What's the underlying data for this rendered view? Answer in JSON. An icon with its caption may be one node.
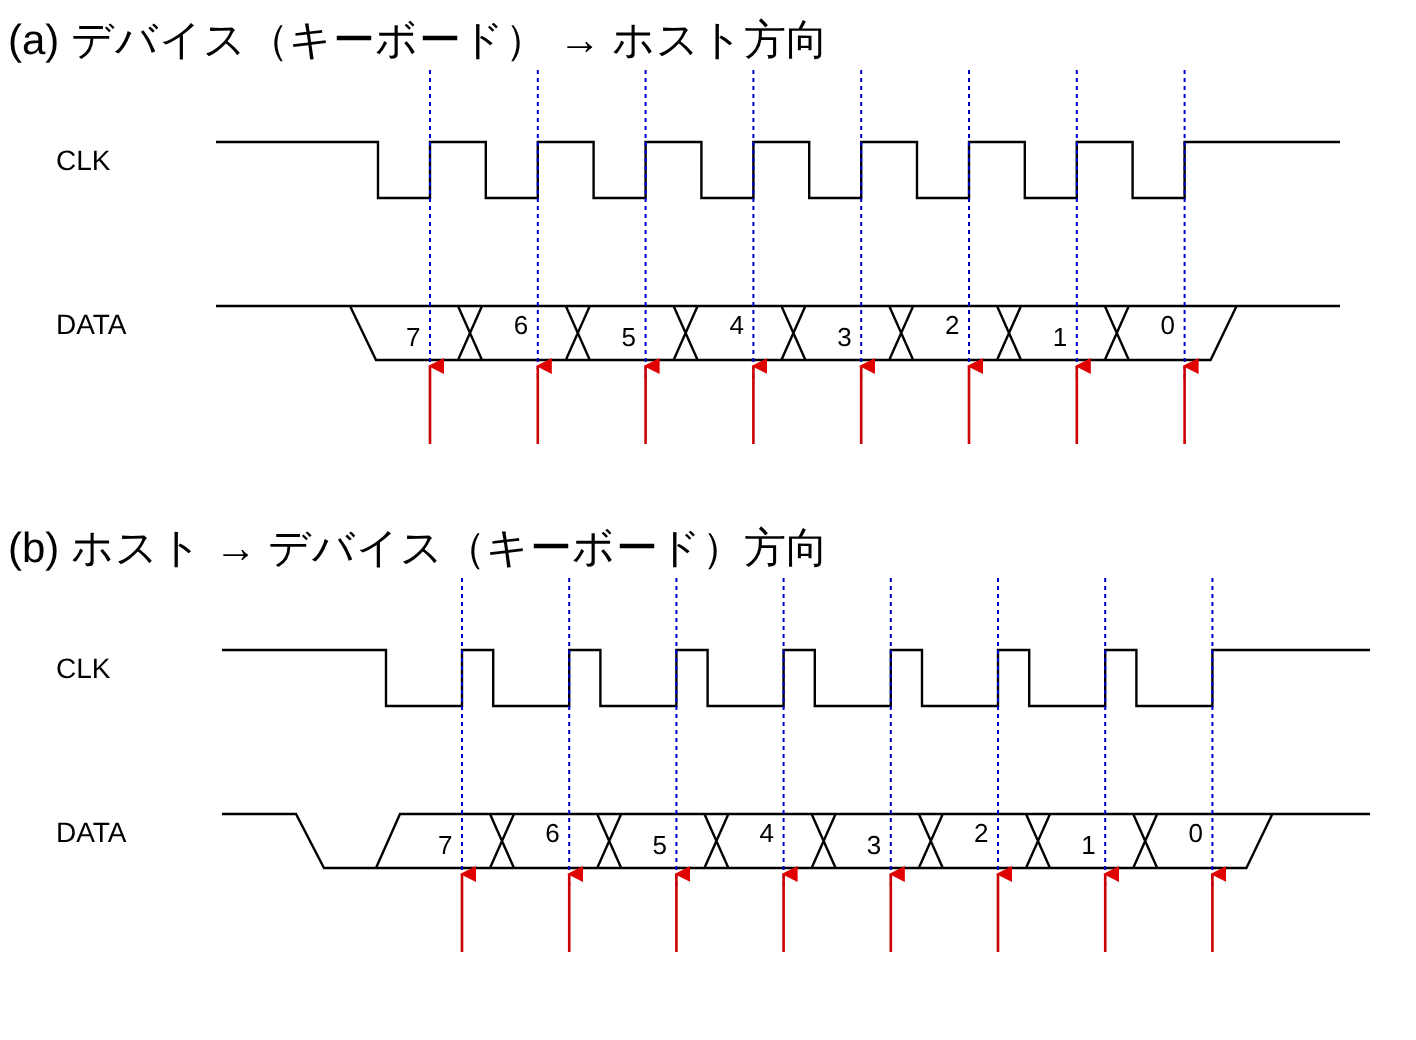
{
  "diagram": {
    "labels": [
      "(a) デバイス（キーボード） → ホスト方向",
      "CLK",
      "DATA",
      "7",
      "6",
      "5",
      "4",
      "3",
      "2",
      "1",
      "0",
      "(b) ホスト → デバイス（キーボード）方向",
      "CLK",
      "DATA",
      "7",
      "6",
      "5",
      "4",
      "3",
      "2",
      "1",
      "0"
    ]
  }
}
